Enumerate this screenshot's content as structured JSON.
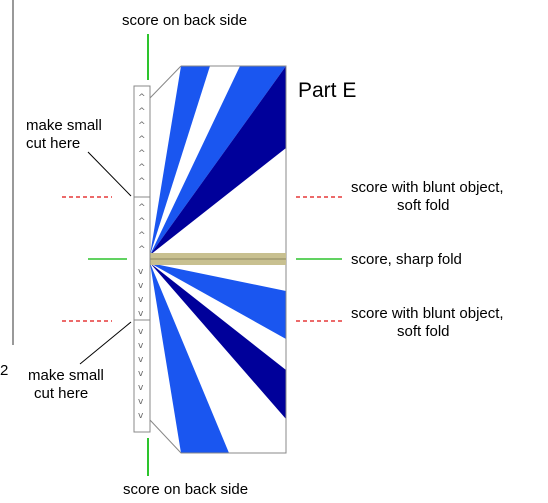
{
  "diagram": {
    "part_label": "Part E",
    "top_label": "score on back side",
    "bottom_label": "score on back side",
    "cut_label_top": [
      "make small",
      "cut here"
    ],
    "cut_label_bottom": [
      "make small",
      "cut here"
    ],
    "score_blunt_upper": [
      "score with blunt object,",
      "soft fold"
    ],
    "score_sharp": "score, sharp fold",
    "score_blunt_lower": [
      "score with blunt object,",
      "soft fold"
    ],
    "page_number_fragment": "2",
    "colors": {
      "royal_blue": "#1a56f0",
      "dark_blue": "#00009a",
      "tan_band": "#c8c090",
      "green_line": "#2dc42d",
      "red_dash": "#e01010",
      "outline": "#888888"
    }
  }
}
